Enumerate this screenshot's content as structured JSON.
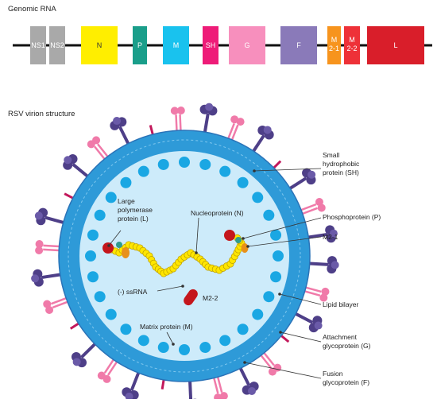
{
  "genomic_title": "Genomic RNA",
  "virion_title": "RSV virion structure",
  "genes": [
    {
      "id": "ns1",
      "lines": [
        "NS1"
      ],
      "color": "#a9a9a9",
      "text_color": "#ffffff"
    },
    {
      "id": "ns2",
      "lines": [
        "NS2"
      ],
      "color": "#a9a9a9",
      "text_color": "#ffffff"
    },
    {
      "id": "n",
      "lines": [
        "N"
      ],
      "color": "#ffee00",
      "text_color": "#333333"
    },
    {
      "id": "p",
      "lines": [
        "P"
      ],
      "color": "#1a9e8a",
      "text_color": "#ffffff"
    },
    {
      "id": "m",
      "lines": [
        "M"
      ],
      "color": "#19c2ee",
      "text_color": "#ffffff"
    },
    {
      "id": "sh",
      "lines": [
        "SH"
      ],
      "color": "#ee1c78",
      "text_color": "#ffffff"
    },
    {
      "id": "g",
      "lines": [
        "G"
      ],
      "color": "#f78fbd",
      "text_color": "#ffffff"
    },
    {
      "id": "f",
      "lines": [
        "F"
      ],
      "color": "#8a7ab9",
      "text_color": "#ffffff"
    },
    {
      "id": "m2-1",
      "lines": [
        "M",
        "2-1"
      ],
      "color": "#f7941d",
      "text_color": "#ffffff"
    },
    {
      "id": "m2-2",
      "lines": [
        "M",
        "2-2"
      ],
      "color": "#ee3138",
      "text_color": "#ffffff"
    },
    {
      "id": "l",
      "lines": [
        "L"
      ],
      "color": "#d91e2a",
      "text_color": "#ffffff"
    }
  ],
  "labels": {
    "sh": [
      "Small",
      "hydrophobic",
      "protein (SH)"
    ],
    "p": [
      "Phosphoprotein (P)"
    ],
    "m21": [
      "M2-1"
    ],
    "lipid": [
      "Lipid bilayer"
    ],
    "g": [
      "Attachment",
      "glycoprotein (G)"
    ],
    "f": [
      "Fusion",
      "glycoprotein (F)"
    ],
    "l": [
      "Large",
      "polymerase",
      "protein (L)"
    ],
    "n": [
      "Nucleoprotein (N)"
    ],
    "ssrna": [
      "(-) ssRNA"
    ],
    "m22": [
      "M2-2"
    ],
    "matrix": [
      "Matrix protein (M)"
    ]
  },
  "colors": {
    "envelope": "#2e9ad8",
    "envelope_edge": "#2a73b8",
    "interior": "#cdebfa",
    "matrix_dot": "#1aa7e3",
    "f_protein": "#4e3f88",
    "g_protein": "#f07aa9",
    "sh_protein": "#c2185b",
    "nucleoprotein": "#ffe600",
    "rna": "#7b2d9e",
    "polymerase": "#c4161c",
    "phosphoprotein": "#2f9c8e",
    "m21": "#e8901a"
  }
}
